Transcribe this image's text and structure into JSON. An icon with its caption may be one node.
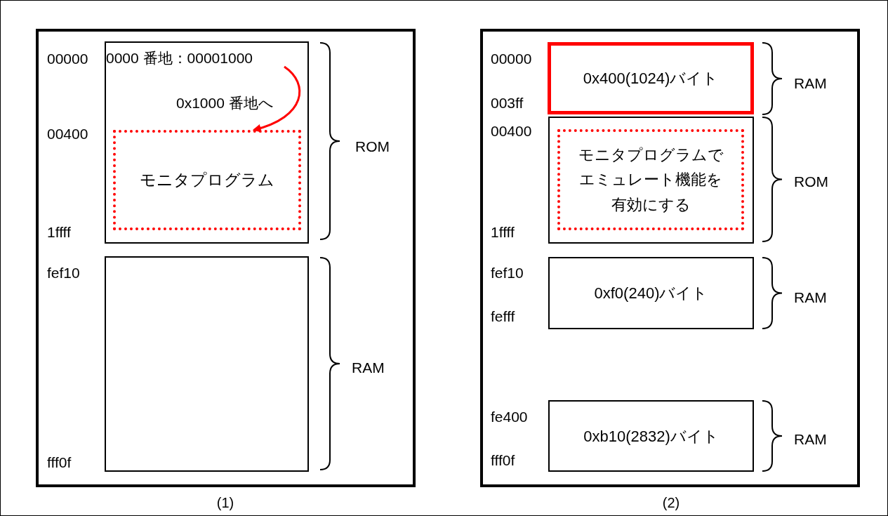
{
  "diagram": {
    "nodes": [
      {
        "text": [],
        "shape": "box",
        "beside": [
          "(1)"
        ]
      },
      {
        "text": [],
        "shape": "box",
        "in": 0
      },
      {
        "text": [
          "0000 番地：00001000"
        ],
        "in": 1
      },
      {
        "text": [
          "モニタプログラム"
        ],
        "in": 1
      },
      {
        "text": [],
        "shape": "box",
        "in": 0
      },
      {
        "text": [],
        "shape": "box",
        "beside": [
          "(2)"
        ]
      },
      {
        "text": [
          "0x400(1024)バイト"
        ],
        "in": 5
      },
      {
        "text": [],
        "shape": "box",
        "in": 5
      },
      {
        "text": [
          "モニタプログラムでエミュレート機能を有効にする"
        ],
        "in": 7
      },
      {
        "text": [
          "0xf0(240)バイト"
        ],
        "in": 5
      },
      {
        "text": [
          "0xb10(2832)バイト"
        ],
        "in": 5
      }
    ],
    "edges": [
      {
        "from": 2,
        "to": 3,
        "arrow": "to",
        "label": "0x1000 番地へ",
        "color": "#ff0000"
      }
    ],
    "labels": [
      "00000",
      "00400",
      "1ffff",
      "fef10",
      "fff0f",
      "ROM",
      "RAM",
      "00000",
      "003ff",
      "00400",
      "1ffff",
      "fef10",
      "fefff",
      "fe400",
      "fff0f",
      "RAM",
      "ROM",
      "RAM",
      "RAM"
    ]
  }
}
